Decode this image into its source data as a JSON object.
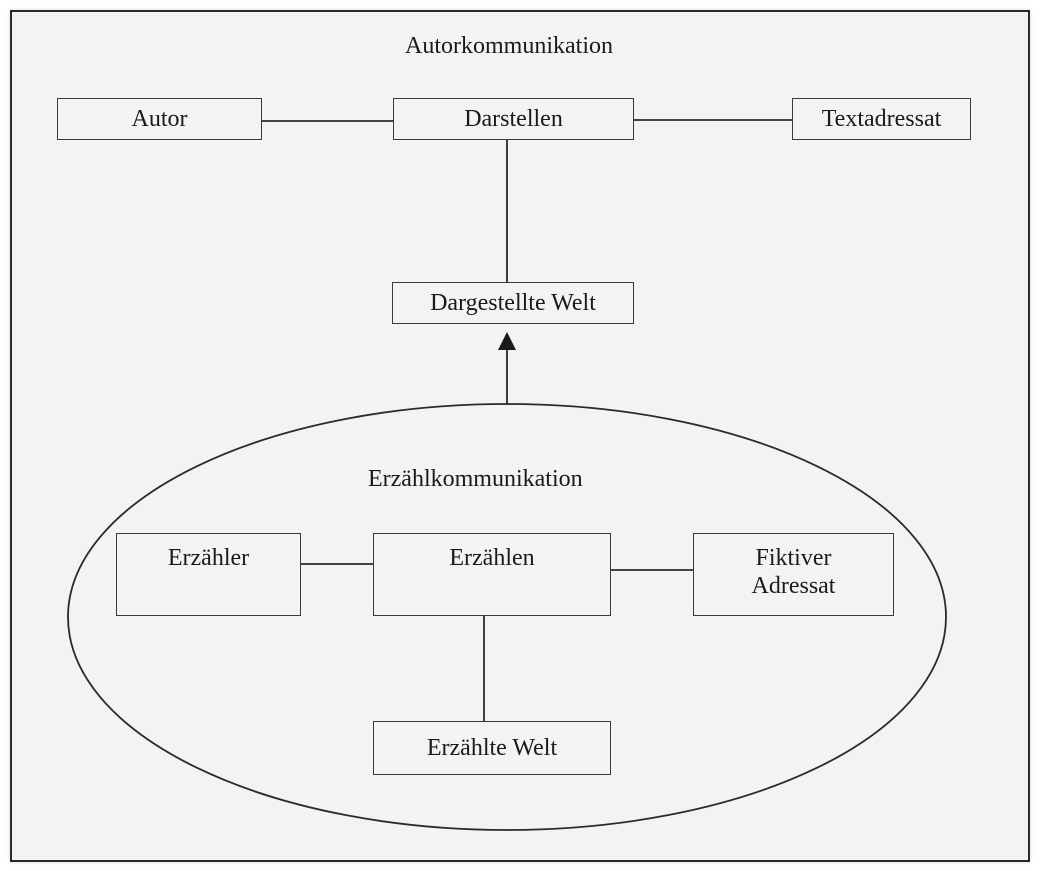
{
  "diagram": {
    "title": "Autorkommunikation",
    "nodes": {
      "autor": "Autor",
      "darstellen": "Darstellen",
      "textadressat": "Textadressat",
      "dargestellte_welt": "Dargestellte Welt",
      "erzaehler": "Erzähler",
      "erzaehlen": "Erzählen",
      "fiktiver_adressat_line1": "Fiktiver",
      "fiktiver_adressat_line2": "Adressat",
      "erzaehlte_welt": "Erzählte Welt"
    },
    "ellipse_label": "Erzählkommunikation"
  }
}
